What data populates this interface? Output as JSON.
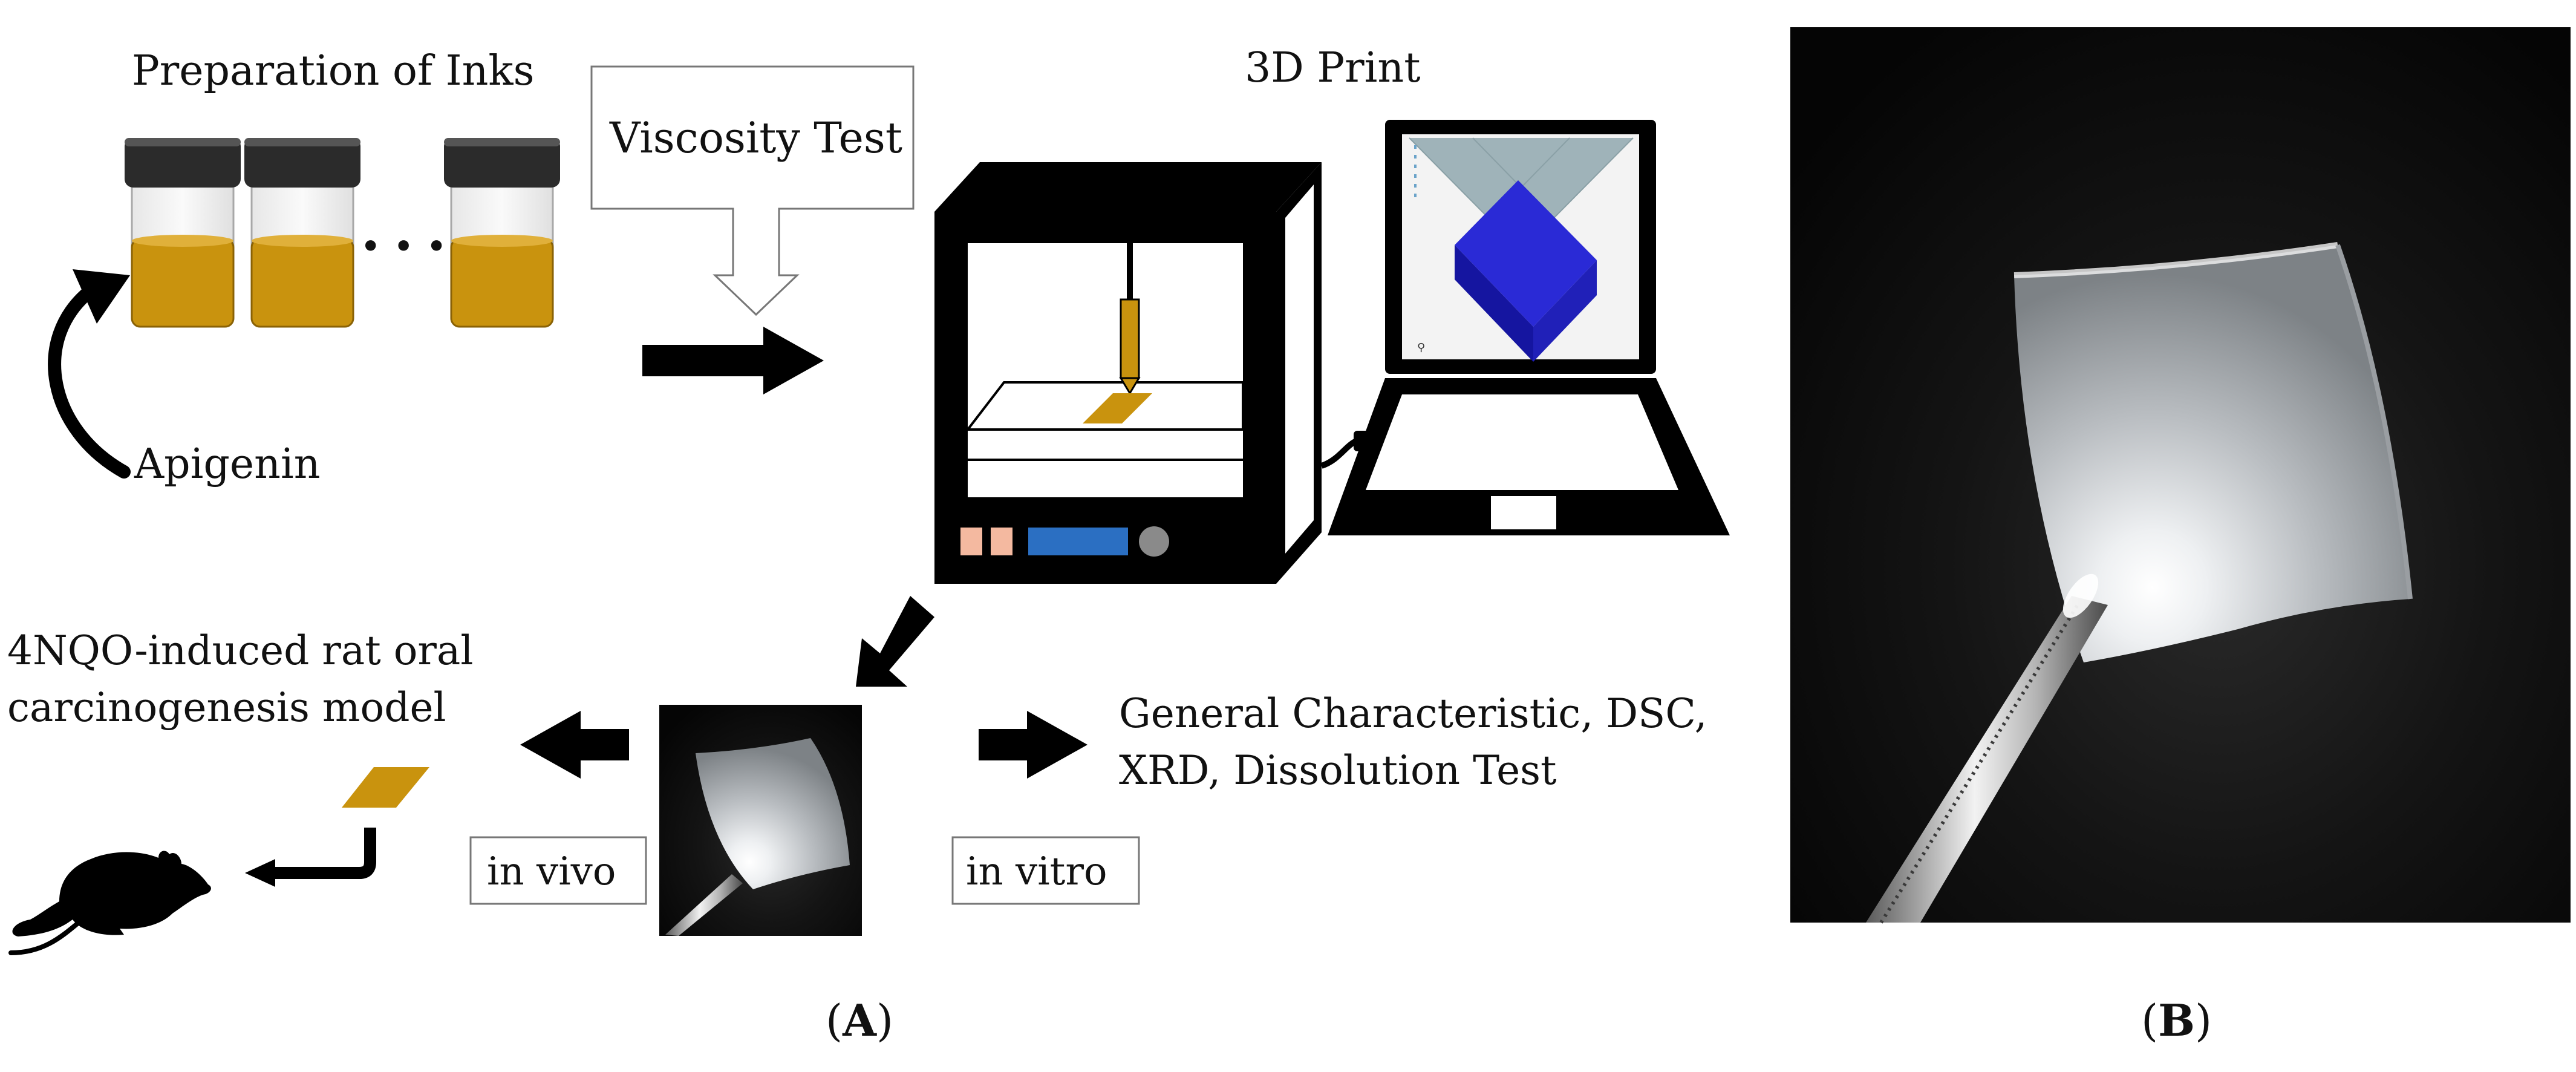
{
  "labels": {
    "preparation": "Preparation of Inks",
    "viscosity": "Viscosity Test",
    "print3d": "3D Print",
    "apigenin": "Apigenin",
    "model_line1": "4NQO-induced rat oral",
    "model_line2": "carcinogenesis model",
    "tests_line1": "General Characteristic, DSC,",
    "tests_line2": "XRD, Dissolution Test",
    "in_vivo": "in vivo",
    "in_vitro": "in vitro",
    "panel_a_open": "(",
    "panel_a_letter": "A",
    "panel_a_close": ")",
    "panel_b_open": "(",
    "panel_b_letter": "B",
    "panel_b_close": ")",
    "vial_dots": "• • •"
  },
  "colors": {
    "ink": "#c9930e",
    "ink_dark": "#9a6e06",
    "cap": "#2b2b2b",
    "printer": "#0c0c0c",
    "screen_blue": "#2a2ad6",
    "screen_grey": "#9fb3b9",
    "button_pink": "#f4b9a0",
    "display_blue": "#2b6fc2",
    "photo_bg": "#0b0b0b",
    "film": "#d9dcdf"
  }
}
